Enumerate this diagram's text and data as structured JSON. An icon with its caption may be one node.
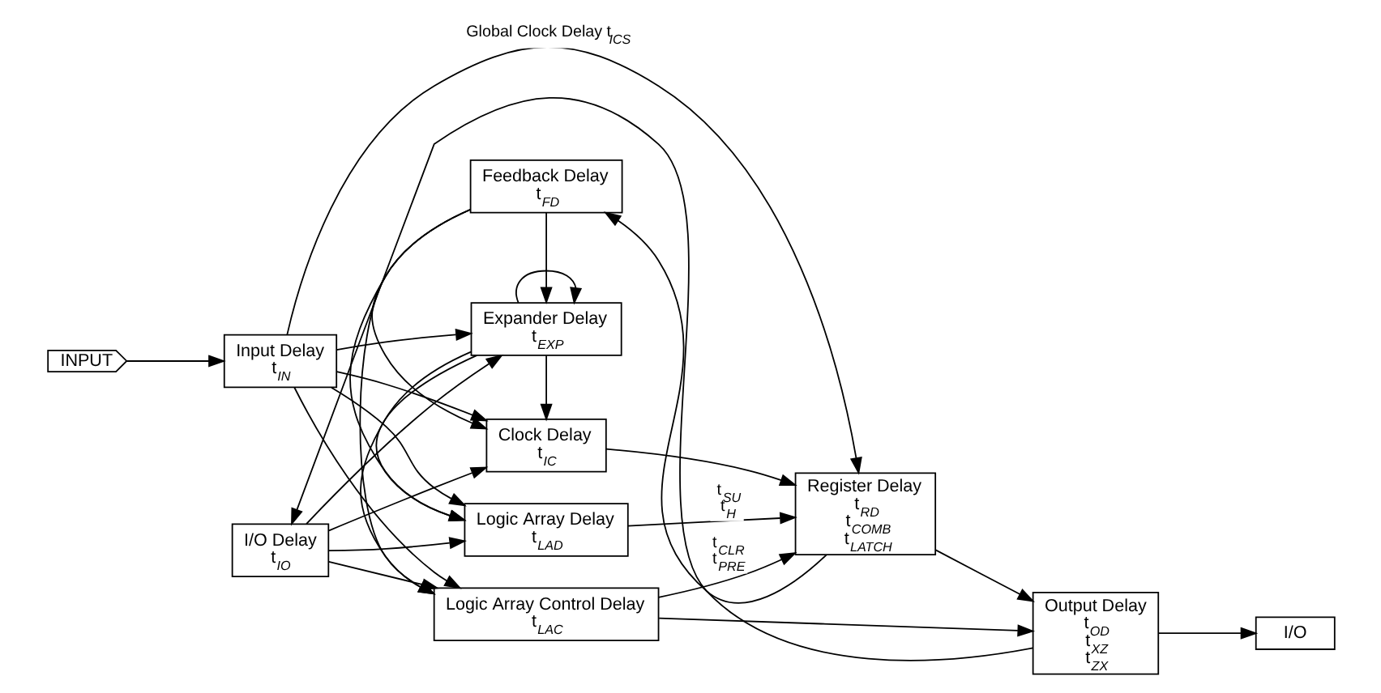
{
  "diagram": {
    "nodes": [
      {
        "text": [
          "INPUT"
        ]
      },
      {
        "text": [
          "Input Delay",
          "t$_{IN}$"
        ]
      },
      {
        "text": [
          "I/O Delay",
          "t$_{IO}$"
        ]
      },
      {
        "text": [
          "Expander Delay",
          "t$_{EXP}$"
        ]
      },
      {
        "text": [
          "Logic Array Control Delay",
          "t$_{LAC}$"
        ]
      },
      {
        "text": [
          "Logic Array Delay",
          "t$_{LAD}$"
        ]
      },
      {
        "text": [
          "Clock Delay",
          "t$_{IC}$"
        ]
      },
      {
        "text": [
          "Feedback Delay",
          "t$_{FD}$"
        ]
      },
      {
        "text": [
          "Register Delay",
          "t$_{RD}$",
          "t$_{COMB}$",
          "t$_{LATCH}$"
        ]
      },
      {
        "text": [
          "Output Delay",
          "t$_{OD}$",
          "t$_{XZ}$",
          "t$_{ZX}$"
        ]
      },
      {
        "text": [
          "I/O"
        ]
      }
    ],
    "edges": [
      {
        "from": 0,
        "to": 1,
        "arrow": "to"
      },
      {
        "from": 1,
        "to": 3,
        "arrow": "to"
      },
      {
        "from": 1,
        "to": 4,
        "arrow": "to"
      },
      {
        "from": 1,
        "to": 5,
        "arrow": "to"
      },
      {
        "from": 1,
        "to": 6,
        "arrow": "to"
      },
      {
        "from": 1,
        "to": 8,
        "arrow": "to",
        "label": "Global Clock Delay t$_{ICS}$"
      },
      {
        "from": 2,
        "to": 3,
        "arrow": "to"
      },
      {
        "from": 2,
        "to": 4,
        "arrow": "to"
      },
      {
        "from": 2,
        "to": 5,
        "arrow": "to"
      },
      {
        "from": 2,
        "to": 6,
        "arrow": "to"
      },
      {
        "from": 7,
        "to": 3,
        "arrow": "to"
      },
      {
        "from": 7,
        "to": 4,
        "arrow": "to"
      },
      {
        "from": 7,
        "to": 5,
        "arrow": "to"
      },
      {
        "from": 7,
        "to": 6,
        "arrow": "to"
      },
      {
        "from": 3,
        "to": 3,
        "arrow": "to"
      },
      {
        "from": 3,
        "to": 4,
        "arrow": "to"
      },
      {
        "from": 3,
        "to": 5,
        "arrow": "to"
      },
      {
        "from": 3,
        "to": 6,
        "arrow": "to"
      },
      {
        "from": 4,
        "to": 8,
        "arrow": "to",
        "label": "t$_{CLR}$ t$_{PRE}$"
      },
      {
        "from": 4,
        "to": 9,
        "arrow": "to"
      },
      {
        "from": 5,
        "to": 8,
        "arrow": "to",
        "label": "t$_{SU}$ t$_{H}$"
      },
      {
        "from": 6,
        "to": 8,
        "arrow": "to"
      },
      {
        "from": 8,
        "to": 9,
        "arrow": "to"
      },
      {
        "from": 8,
        "to": 7,
        "arrow": "to"
      },
      {
        "from": 9,
        "to": 10,
        "arrow": "to"
      },
      {
        "from": 9,
        "to": 2,
        "arrow": "to"
      }
    ]
  }
}
